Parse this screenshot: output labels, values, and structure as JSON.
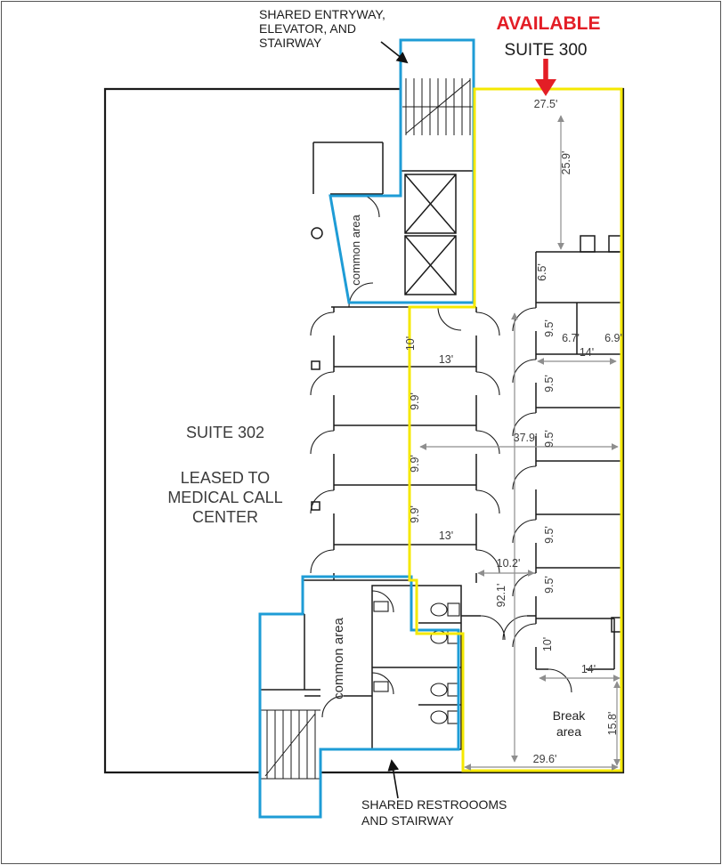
{
  "labels": {
    "shared_entry": [
      "SHARED ENTRYWAY,",
      "ELEVATOR, AND",
      "STAIRWAY"
    ],
    "available": "AVAILABLE",
    "suite_300": "SUITE 300",
    "suite_302": "SUITE 302",
    "leased": [
      "LEASED TO",
      "MEDICAL CALL",
      "CENTER"
    ],
    "common_area_top": "common area",
    "common_area_bottom": "common area",
    "break_area": [
      "Break",
      "area"
    ],
    "shared_restrooms": [
      "SHARED RESTROOOMS",
      "AND STAIRWAY"
    ]
  },
  "dims": {
    "v27_5": "27.5'",
    "v25_9": "25.9'",
    "v6_5": "6.5'",
    "v9_5": "9.5'",
    "v6_7": "6.7'",
    "v6_9": "6.9'",
    "v14": "14'",
    "v10": "10'",
    "v13": "13'",
    "v9_9": "9.9'",
    "v37_9": "37.9'",
    "v10_2": "10.2'",
    "v92_1": "92.1'",
    "v15_8": "15.8'",
    "v29_6": "29.6'"
  },
  "colors": {
    "suite300_outline": "#F5E800",
    "shared_outline": "#1E9CD6",
    "available_red": "#E31E26",
    "wall": "#1A1A1A",
    "dimension_gray": "#8E8E8E"
  }
}
